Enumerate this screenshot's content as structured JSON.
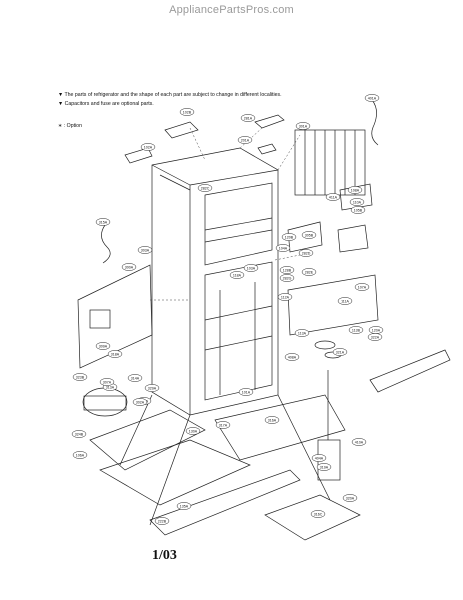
{
  "watermark": "AppliancePartsPros.com",
  "notes": [
    "▼ The parts of refrigerator and the shape of each part are subject to change in different localities.",
    "▼ Capacitors and fuse are optional parts."
  ],
  "option_note": "∗ : Option",
  "page_number": "1/03",
  "part_labels": [
    "401A",
    "102B",
    "281A",
    "201A",
    "301A",
    "102A",
    "282C",
    "315A",
    "108A",
    "110A",
    "303A",
    "411A",
    "105B",
    "305B",
    "120B",
    "104A",
    "282D",
    "282E",
    "128B",
    "282G",
    "112A",
    "107A",
    "300A",
    "309A",
    "318A",
    "313A",
    "307A",
    "314A",
    "329A",
    "330A",
    "302A",
    "323B",
    "324B",
    "106A",
    "130A",
    "317A",
    "101A",
    "316A",
    "404A",
    "320A",
    "319A",
    "410A",
    "316C",
    "113A",
    "111A",
    "113B",
    "120A",
    "322A",
    "321A",
    "135A",
    "222B",
    "408A",
    "118A",
    "103A"
  ]
}
